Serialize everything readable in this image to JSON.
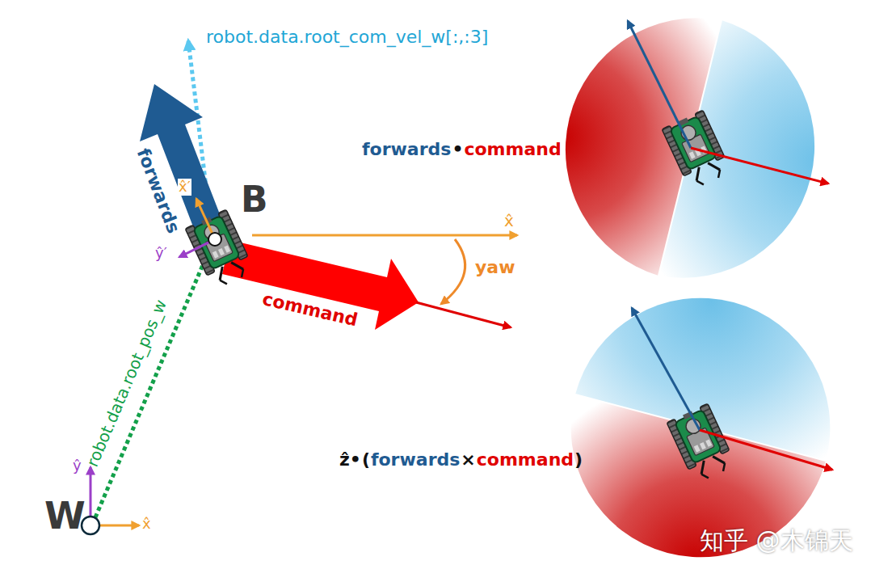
{
  "diagram": {
    "labels": [
      "robot.data.root_com_vel_w[:,:3]",
      "forwards",
      "x̂′",
      "B",
      "ŷ′",
      "x̂",
      "yaw",
      "command",
      "robot.data.root_pos_w",
      "ŷ",
      "W",
      "x̂",
      "forwards",
      "•",
      "command",
      "ẑ•",
      "(",
      "forwards",
      "×",
      "command",
      ")",
      "知乎 @木锦天"
    ]
  }
}
